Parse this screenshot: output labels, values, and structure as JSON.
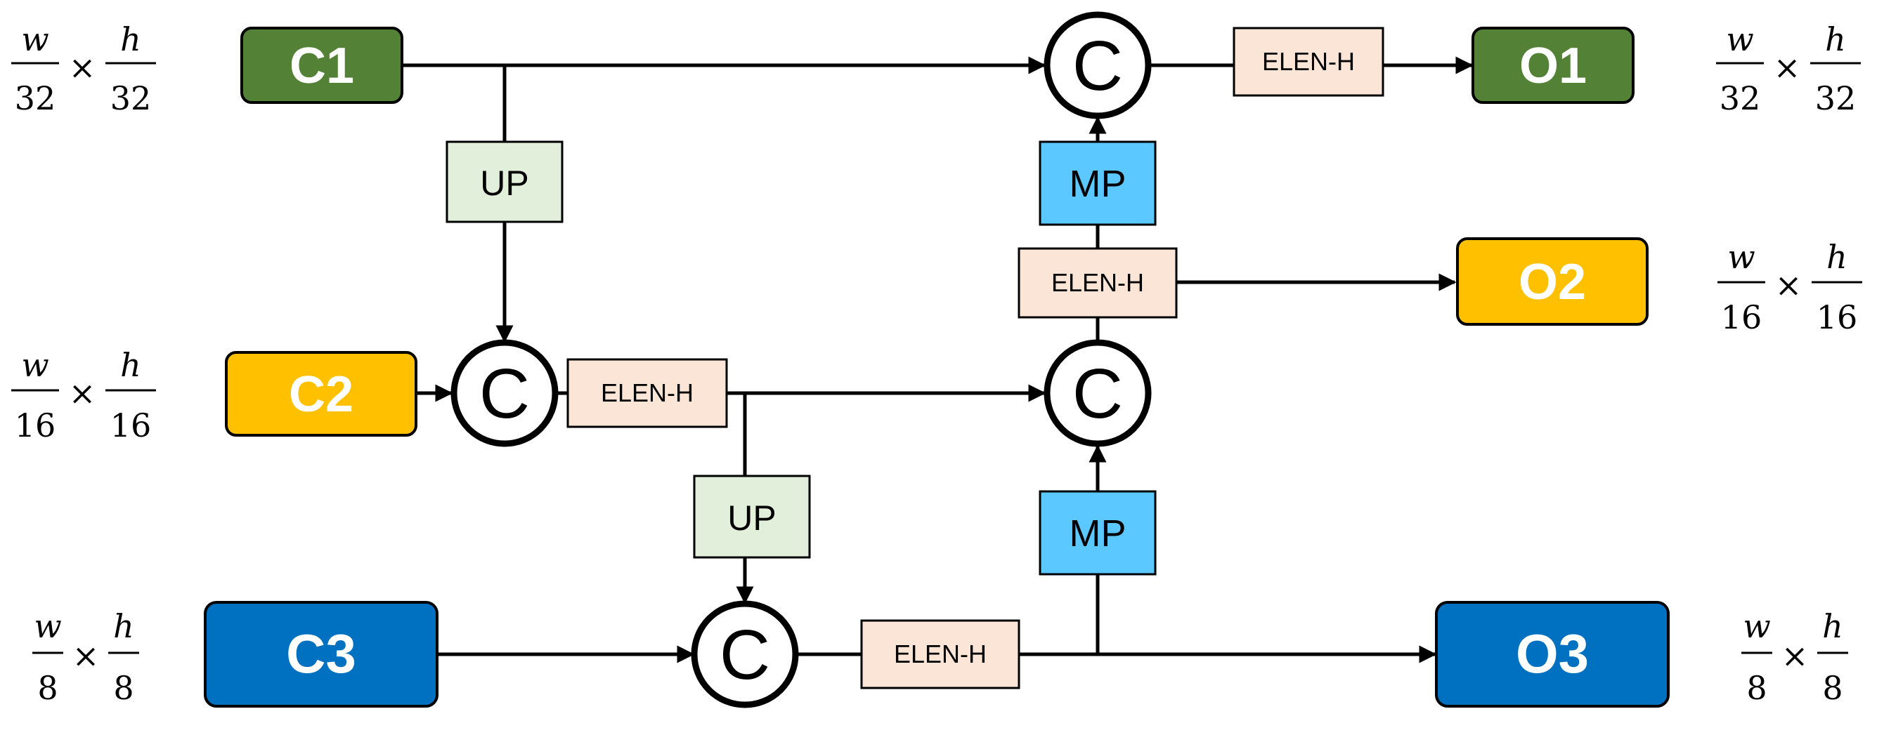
{
  "inputs": [
    {
      "id": "c1",
      "label": "C1",
      "color": "#538135"
    },
    {
      "id": "c2",
      "label": "C2",
      "color": "#FFC000"
    },
    {
      "id": "c3",
      "label": "C3",
      "color": "#0070C0"
    }
  ],
  "outputs": [
    {
      "id": "o1",
      "label": "O1",
      "color": "#538135"
    },
    {
      "id": "o2",
      "label": "O2",
      "color": "#FFC000"
    },
    {
      "id": "o3",
      "label": "O3",
      "color": "#0070C0"
    }
  ],
  "operations": {
    "concat_symbol": "C",
    "upsample_label": "UP",
    "upsample_color": "#E2EFDA",
    "maxpool_label": "MP",
    "maxpool_color": "#5BC8FF",
    "elen_label": "ELEN-H",
    "elen_color": "#FBE5D6"
  },
  "scales": {
    "left": [
      {
        "numerator": "w",
        "denominator": "32",
        "times": "×",
        "numerator2": "h",
        "denominator2": "32"
      },
      {
        "numerator": "w",
        "denominator": "16",
        "times": "×",
        "numerator2": "h",
        "denominator2": "16"
      },
      {
        "numerator": "w",
        "denominator": "8",
        "times": "×",
        "numerator2": "h",
        "denominator2": "8"
      }
    ],
    "right": [
      {
        "numerator": "w",
        "denominator": "32",
        "times": "×",
        "numerator2": "h",
        "denominator2": "32"
      },
      {
        "numerator": "w",
        "denominator": "16",
        "times": "×",
        "numerator2": "h",
        "denominator2": "16"
      },
      {
        "numerator": "w",
        "denominator": "8",
        "times": "×",
        "numerator2": "h",
        "denominator2": "8"
      }
    ]
  }
}
